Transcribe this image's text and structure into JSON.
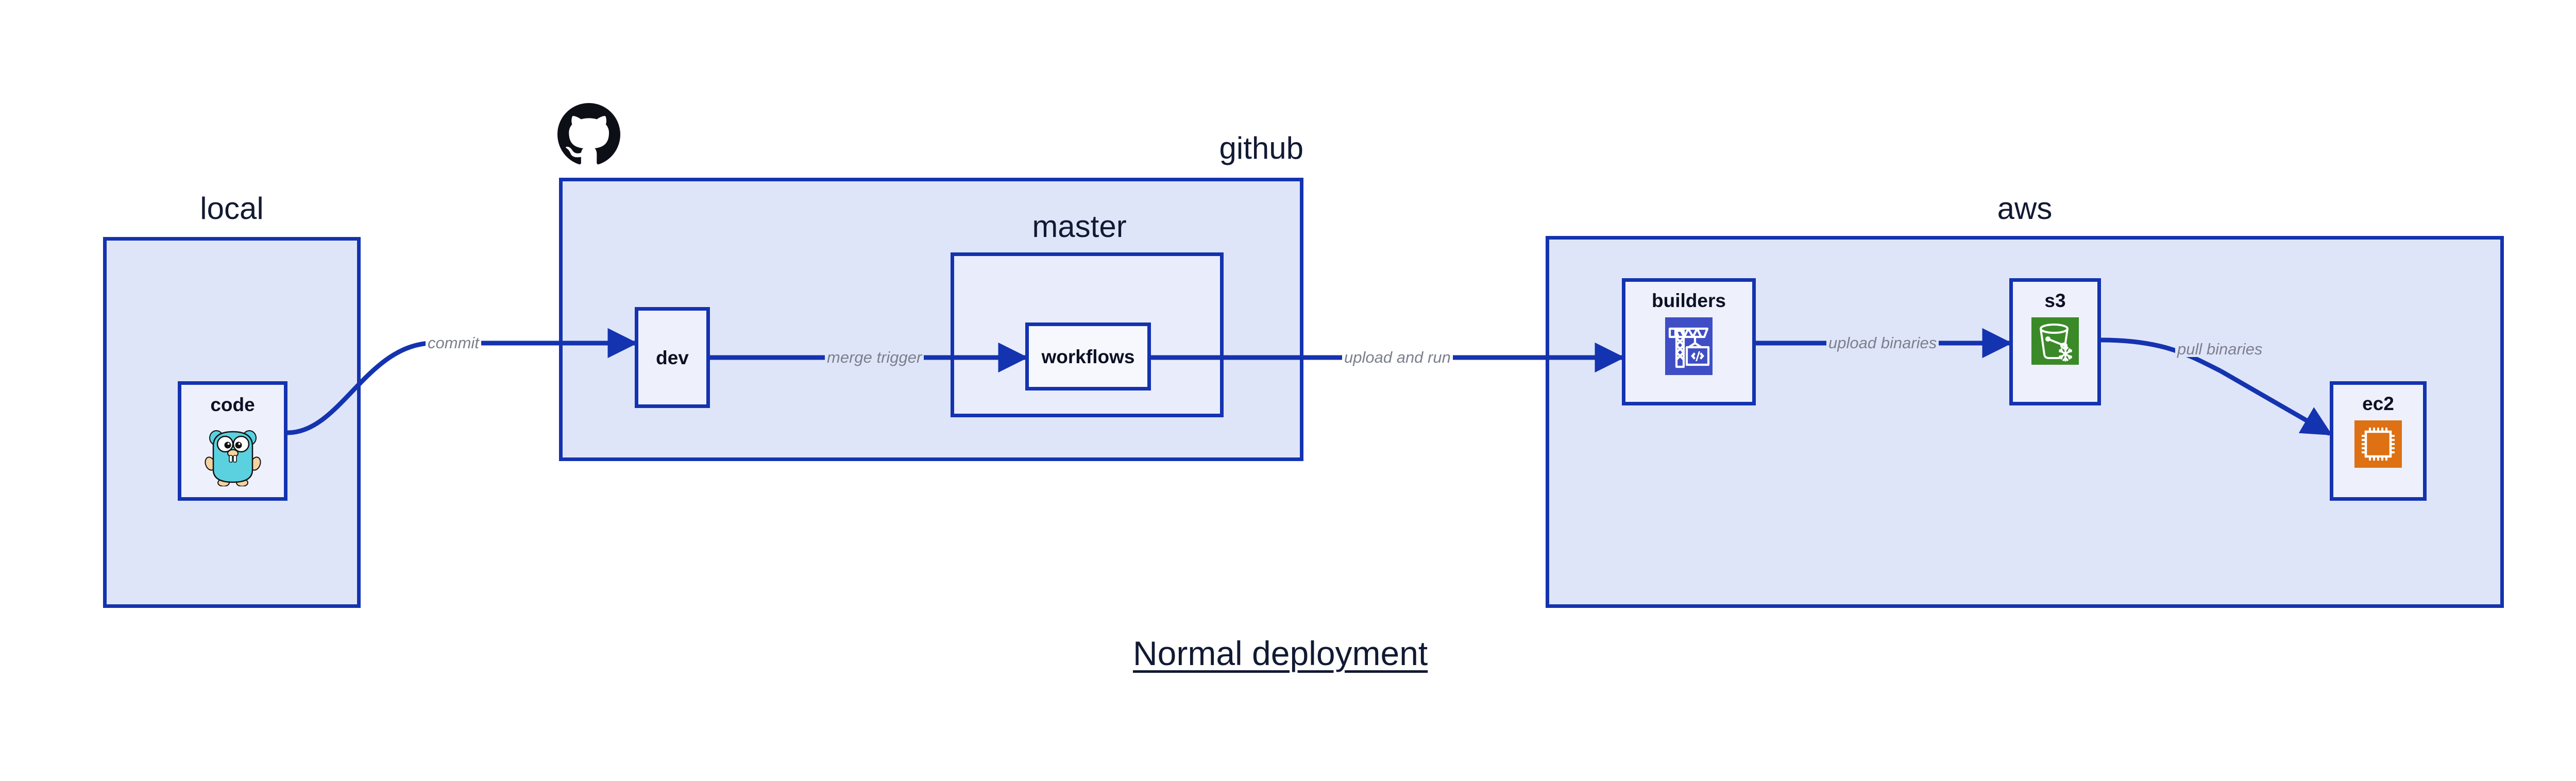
{
  "title": "Normal deployment",
  "colors": {
    "edge": "#1433b0",
    "group_border": "#1433b0",
    "group_fill": "#dfe5f9",
    "group_fill_inner": "#e9edfb",
    "node_fill": "#eef1fc",
    "label_text": "#111a33",
    "edge_label_text": "#7c7f8c",
    "builders_icon_bg": "#3f4ec4",
    "s3_icon_bg": "#3a8a28",
    "ec2_icon_bg": "#dd7113",
    "gopher_body": "#5bd1df",
    "github_logo": "#0d0f17"
  },
  "groups": [
    {
      "id": "local",
      "label": "local",
      "label_align": "center"
    },
    {
      "id": "github",
      "label": "github",
      "label_align": "right"
    },
    {
      "id": "master",
      "label": "master",
      "label_align": "center"
    },
    {
      "id": "aws",
      "label": "aws",
      "label_align": "center"
    }
  ],
  "nodes": [
    {
      "id": "code",
      "label": "code",
      "icon": "go-gopher-icon"
    },
    {
      "id": "dev",
      "label": "dev",
      "icon": "none"
    },
    {
      "id": "workflows",
      "label": "workflows",
      "icon": "none"
    },
    {
      "id": "builders",
      "label": "builders",
      "icon": "aws-codebuild-crane-icon"
    },
    {
      "id": "s3",
      "label": "s3",
      "icon": "aws-s3-glacier-bucket-icon"
    },
    {
      "id": "ec2",
      "label": "ec2",
      "icon": "aws-ec2-chip-icon"
    }
  ],
  "edges": [
    {
      "id": "code-to-dev",
      "from": "code",
      "to": "dev",
      "label": "commit"
    },
    {
      "id": "dev-to-workflows",
      "from": "dev",
      "to": "workflows",
      "label": "merge trigger"
    },
    {
      "id": "workflows-to-builders",
      "from": "workflows",
      "to": "builders",
      "label": "upload and run"
    },
    {
      "id": "builders-to-s3",
      "from": "builders",
      "to": "s3",
      "label": "upload binaries"
    },
    {
      "id": "s3-to-ec2",
      "from": "s3",
      "to": "ec2",
      "label": "pull binaries"
    }
  ],
  "logos": [
    {
      "id": "github-logo",
      "name": "github-octocat-logo"
    }
  ]
}
